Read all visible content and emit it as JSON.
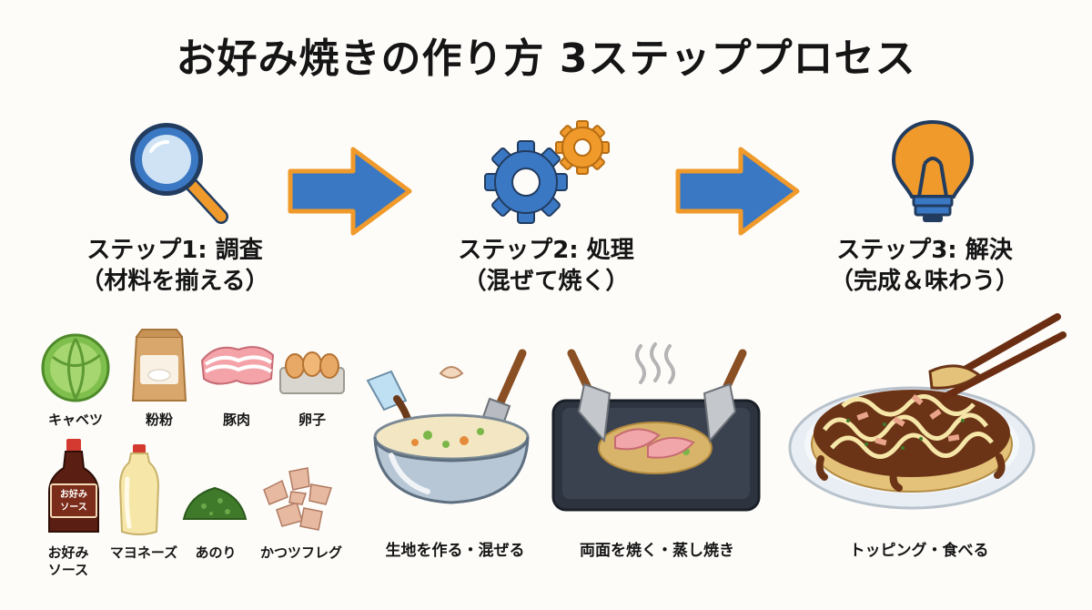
{
  "title": "お好み焼きの作り方 3ステッププロセス",
  "colors": {
    "blue": "#3b78c3",
    "orange": "#ef9a2b",
    "dark": "#151515"
  },
  "steps": [
    {
      "heading": "ステップ1:  調査",
      "subheading": "（材料を揃える）",
      "icon": "magnifier-icon"
    },
    {
      "heading": "ステップ2: 処理",
      "subheading": "（混ぜて焼く）",
      "icon": "gears-icon"
    },
    {
      "heading": "ステップ3: 解決",
      "subheading": "（完成＆味わう）",
      "icon": "lightbulb-icon"
    }
  ],
  "ingredients": [
    {
      "label": "キャベツ",
      "icon": "cabbage-icon"
    },
    {
      "label": "粉粉",
      "icon": "flour-bag-icon"
    },
    {
      "label": "豚肉",
      "icon": "pork-icon"
    },
    {
      "label": "卵子",
      "icon": "eggs-icon"
    },
    {
      "label": "お好み\nソース",
      "icon": "sauce-bottle-icon",
      "bottle_text": "お好み\nソース"
    },
    {
      "label": "マヨネーズ",
      "icon": "mayo-bottle-icon"
    },
    {
      "label": "あのり",
      "icon": "aonori-icon"
    },
    {
      "label": "かつツフレグ",
      "icon": "katsuobushi-icon"
    }
  ],
  "process": [
    {
      "label": "生地を作る・混ぜる",
      "icon": "mixing-bowl-icon"
    },
    {
      "label": "両面を焼く・蒸し焼き",
      "icon": "griddle-icon"
    }
  ],
  "result": {
    "label": "トッピング・食べる",
    "icon": "okonomiyaki-plate-icon"
  }
}
